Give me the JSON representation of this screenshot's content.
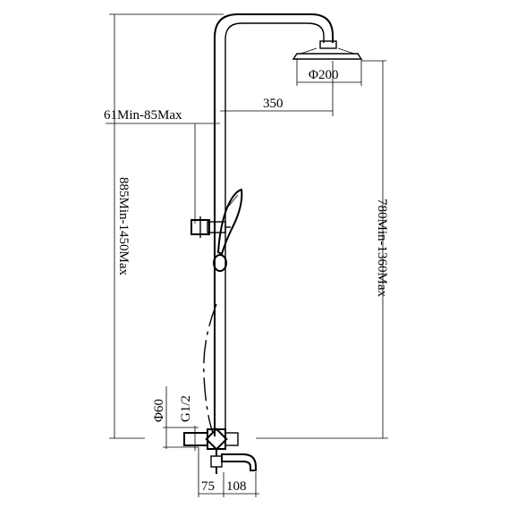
{
  "dimensions": {
    "head_diameter": "Φ200",
    "arm_length": "350",
    "adjust_range": "61Min-85Max",
    "total_height": "885Min-1450Max",
    "head_height": "780Min-1360Max",
    "pipe_diameter": "Φ60",
    "thread": "G1/2",
    "spout_offset": "75",
    "spout_length": "108"
  }
}
